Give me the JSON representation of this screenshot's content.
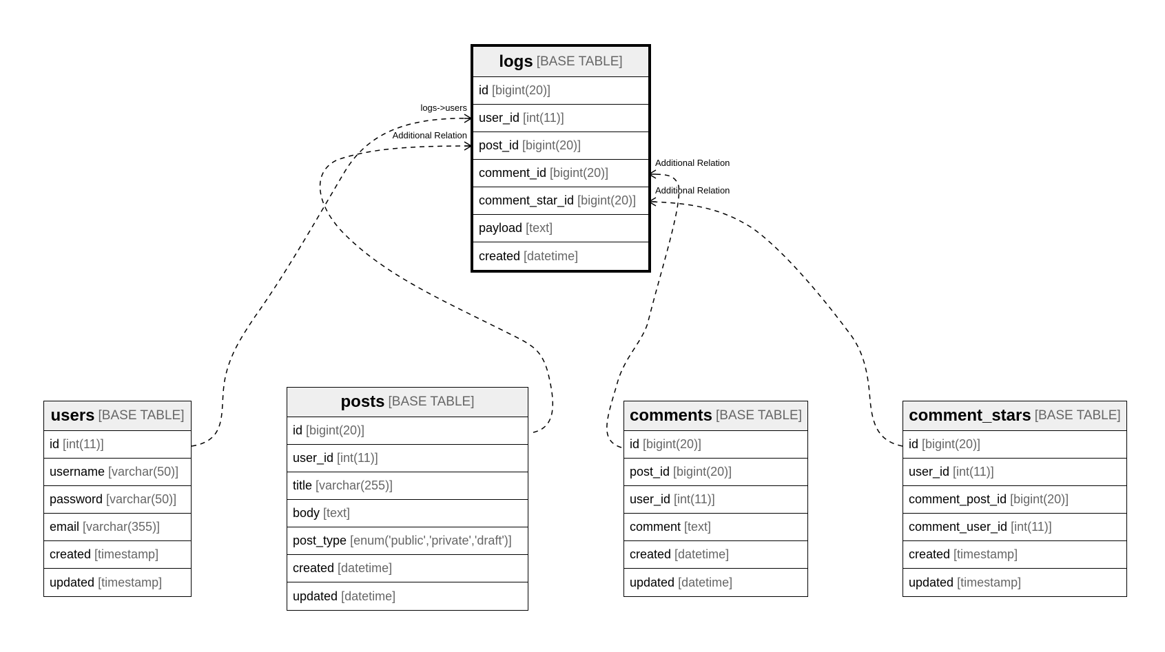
{
  "tables": {
    "logs": {
      "name": "logs",
      "type": "[BASE TABLE]",
      "columns": [
        {
          "name": "id",
          "type": "[bigint(20)]"
        },
        {
          "name": "user_id",
          "type": "[int(11)]"
        },
        {
          "name": "post_id",
          "type": "[bigint(20)]"
        },
        {
          "name": "comment_id",
          "type": "[bigint(20)]"
        },
        {
          "name": "comment_star_id",
          "type": "[bigint(20)]"
        },
        {
          "name": "payload",
          "type": "[text]"
        },
        {
          "name": "created",
          "type": "[datetime]"
        }
      ]
    },
    "users": {
      "name": "users",
      "type": "[BASE TABLE]",
      "columns": [
        {
          "name": "id",
          "type": "[int(11)]"
        },
        {
          "name": "username",
          "type": "[varchar(50)]"
        },
        {
          "name": "password",
          "type": "[varchar(50)]"
        },
        {
          "name": "email",
          "type": "[varchar(355)]"
        },
        {
          "name": "created",
          "type": "[timestamp]"
        },
        {
          "name": "updated",
          "type": "[timestamp]"
        }
      ]
    },
    "posts": {
      "name": "posts",
      "type": "[BASE TABLE]",
      "columns": [
        {
          "name": "id",
          "type": "[bigint(20)]"
        },
        {
          "name": "user_id",
          "type": "[int(11)]"
        },
        {
          "name": "title",
          "type": "[varchar(255)]"
        },
        {
          "name": "body",
          "type": "[text]"
        },
        {
          "name": "post_type",
          "type": "[enum('public','private','draft')]"
        },
        {
          "name": "created",
          "type": "[datetime]"
        },
        {
          "name": "updated",
          "type": "[datetime]"
        }
      ]
    },
    "comments": {
      "name": "comments",
      "type": "[BASE TABLE]",
      "columns": [
        {
          "name": "id",
          "type": "[bigint(20)]"
        },
        {
          "name": "post_id",
          "type": "[bigint(20)]"
        },
        {
          "name": "user_id",
          "type": "[int(11)]"
        },
        {
          "name": "comment",
          "type": "[text]"
        },
        {
          "name": "created",
          "type": "[datetime]"
        },
        {
          "name": "updated",
          "type": "[datetime]"
        }
      ]
    },
    "comment_stars": {
      "name": "comment_stars",
      "type": "[BASE TABLE]",
      "columns": [
        {
          "name": "id",
          "type": "[bigint(20)]"
        },
        {
          "name": "user_id",
          "type": "[int(11)]"
        },
        {
          "name": "comment_post_id",
          "type": "[bigint(20)]"
        },
        {
          "name": "comment_user_id",
          "type": "[int(11)]"
        },
        {
          "name": "created",
          "type": "[timestamp]"
        },
        {
          "name": "updated",
          "type": "[timestamp]"
        }
      ]
    }
  },
  "relations": {
    "logs_users": "logs->users",
    "logs_posts": "Additional Relation",
    "logs_comments": "Additional Relation",
    "logs_comment_stars": "Additional Relation"
  },
  "colors": {
    "header_bg": "#efefef",
    "type_text": "#666666",
    "line": "#000000"
  }
}
